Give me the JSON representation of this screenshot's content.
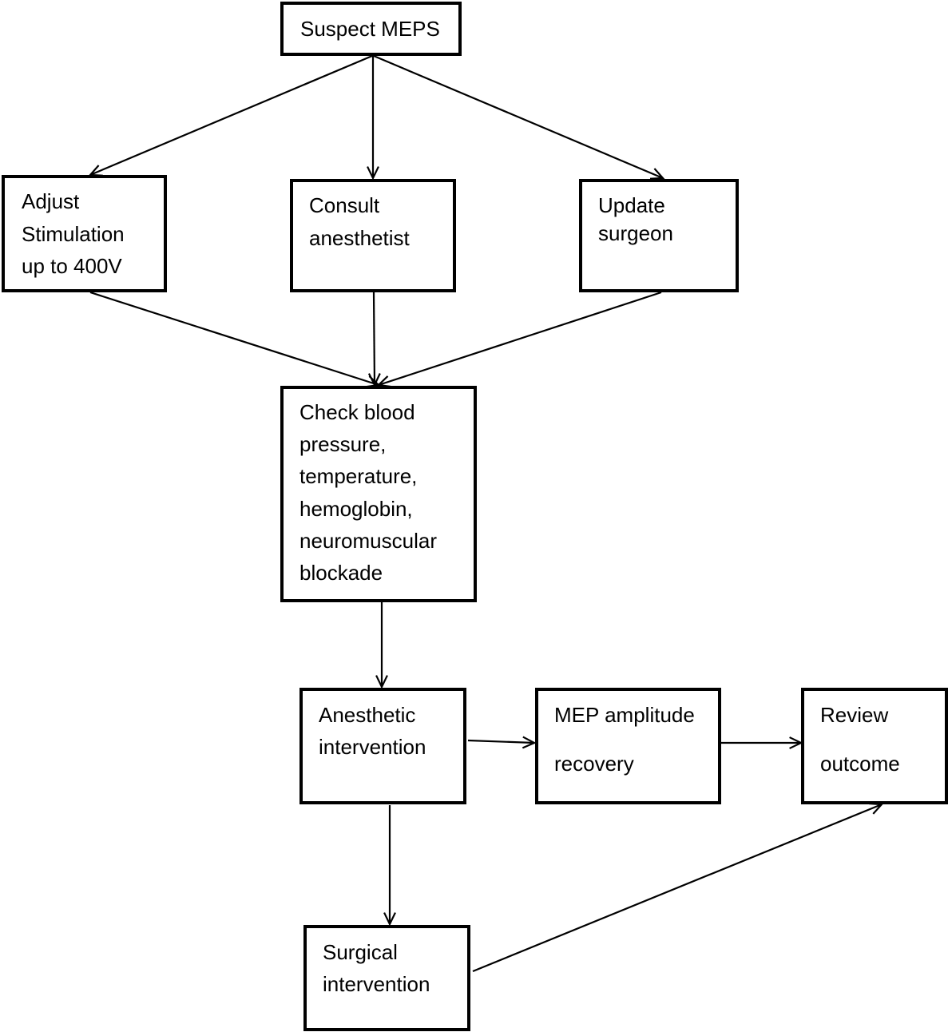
{
  "diagram": {
    "nodes": {
      "suspect": {
        "lines": [
          "Suspect MEPS"
        ]
      },
      "adjust": {
        "lines": [
          "Adjust",
          "Stimulation",
          "up to 400V"
        ]
      },
      "consult": {
        "lines": [
          "Consult",
          "anesthetist"
        ]
      },
      "update": {
        "lines": [
          "Update",
          "surgeon"
        ]
      },
      "check": {
        "lines": [
          "Check blood",
          "pressure,",
          "temperature,",
          "hemoglobin,",
          "neuromuscular",
          "blockade"
        ]
      },
      "anesthetic": {
        "lines": [
          "Anesthetic",
          "intervention"
        ]
      },
      "mep": {
        "lines": [
          "MEP amplitude",
          "recovery"
        ]
      },
      "review": {
        "lines": [
          "Review",
          "outcome"
        ]
      },
      "surgical": {
        "lines": [
          "Surgical",
          "intervention"
        ]
      }
    },
    "edges": [
      {
        "from": "suspect",
        "to": "adjust"
      },
      {
        "from": "suspect",
        "to": "consult"
      },
      {
        "from": "suspect",
        "to": "update"
      },
      {
        "from": "adjust",
        "to": "check"
      },
      {
        "from": "consult",
        "to": "check"
      },
      {
        "from": "update",
        "to": "check"
      },
      {
        "from": "check",
        "to": "anesthetic"
      },
      {
        "from": "anesthetic",
        "to": "mep"
      },
      {
        "from": "mep",
        "to": "review"
      },
      {
        "from": "anesthetic",
        "to": "surgical"
      },
      {
        "from": "surgical",
        "to": "review"
      }
    ]
  }
}
